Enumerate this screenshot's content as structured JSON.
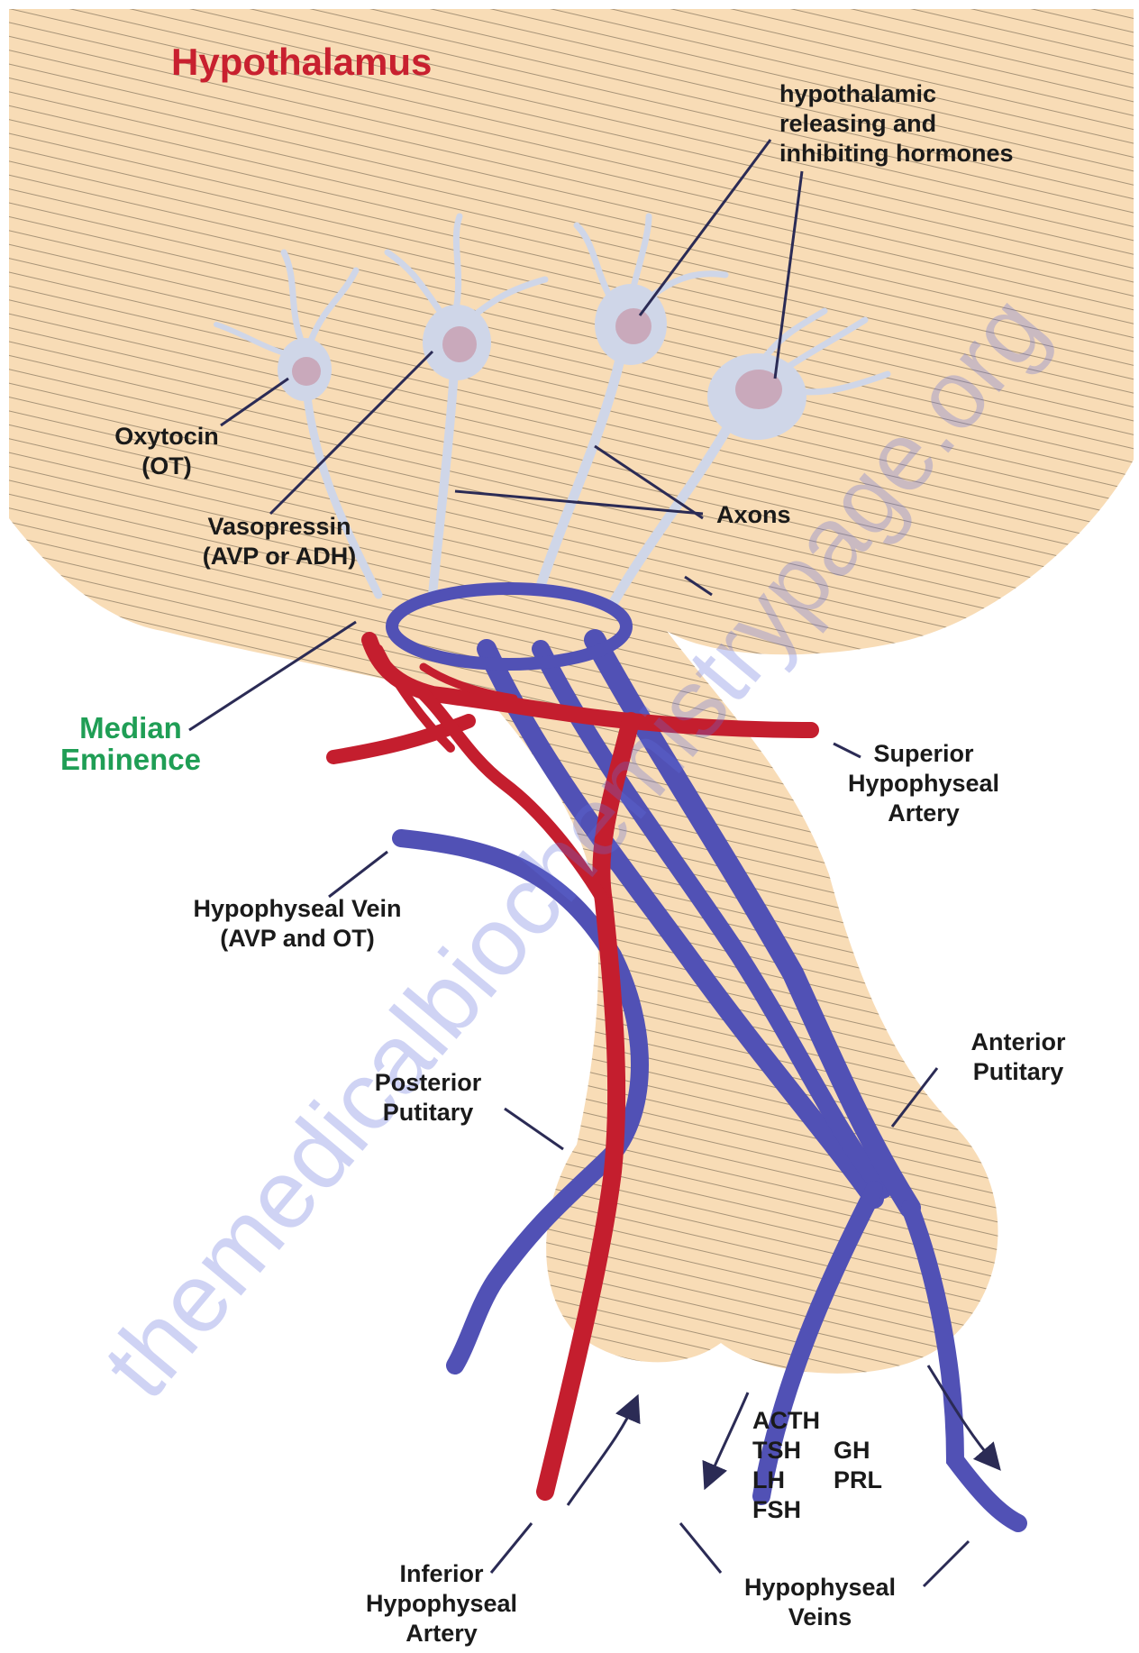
{
  "title": "Hypothalamus",
  "watermark": "themedicalbiochemistrypage.org",
  "labels": {
    "hypothalamic_hormones": [
      "hypothalamic",
      "releasing and",
      "inhibiting hormones"
    ],
    "oxytocin": [
      "Oxytocin",
      "(OT)"
    ],
    "vasopressin": [
      "Vasopressin",
      "(AVP or ADH)"
    ],
    "axons": "Axons",
    "median_eminence": [
      "Median",
      "Eminence"
    ],
    "superior_artery": [
      "Superior",
      "Hypophyseal",
      "Artery"
    ],
    "hypophyseal_vein": [
      "Hypophyseal Vein",
      "(AVP and OT)"
    ],
    "posterior": [
      "Posterior",
      "Putitary"
    ],
    "anterior": [
      "Anterior",
      "Putitary"
    ],
    "hormones_left": [
      "ACTH",
      "TSH",
      "LH",
      "FSH"
    ],
    "hormones_right": [
      "GH",
      "PRL"
    ],
    "inferior_artery": [
      "Inferior",
      "Hypophyseal",
      "Artery"
    ],
    "hypophyseal_veins": [
      "Hypophyseal",
      "Veins"
    ]
  },
  "colors": {
    "tissue": "#f8dcb6",
    "hatch": "#a89478",
    "artery": "#c41e2e",
    "vein": "#5151b5",
    "neuron": "#cfd6e8",
    "nucleus": "#c9a9bb",
    "title": "#c8202f",
    "median_eminence": "#1f9e55",
    "watermark": "#5f6edc"
  }
}
